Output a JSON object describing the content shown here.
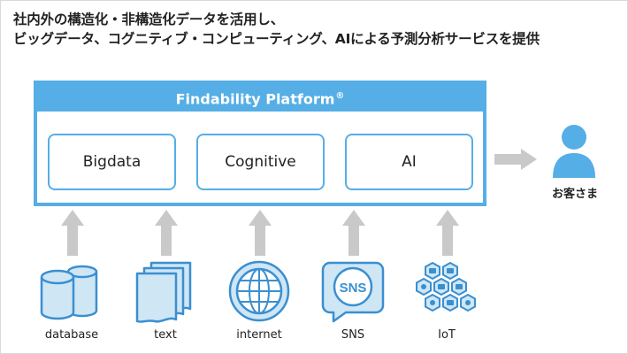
{
  "headline": {
    "line1": "社内外の構造化・非構造化データを活用し、",
    "line2": "ビッグデータ、コグニティブ・コンピューティング、AIによる予測分析サービスを提供"
  },
  "platform": {
    "title": "Findability Platform",
    "title_mark": "®",
    "modules": [
      {
        "label": "Bigdata"
      },
      {
        "label": "Cognitive"
      },
      {
        "label": "AI"
      }
    ]
  },
  "customer": {
    "label": "お客さま"
  },
  "sources": [
    {
      "label": "database",
      "icon": "database-icon"
    },
    {
      "label": "text",
      "icon": "document-stack-icon"
    },
    {
      "label": "internet",
      "icon": "globe-icon"
    },
    {
      "label": "SNS",
      "icon": "sns-bubble-icon",
      "icon_text": "SNS"
    },
    {
      "label": "IoT",
      "icon": "iot-hexagon-icon"
    }
  ],
  "colors": {
    "accent": "#55aee6",
    "arrow_gray": "#c9c9c9",
    "icon_fill": "#cfe6f5",
    "icon_stroke": "#3a8fd0"
  }
}
